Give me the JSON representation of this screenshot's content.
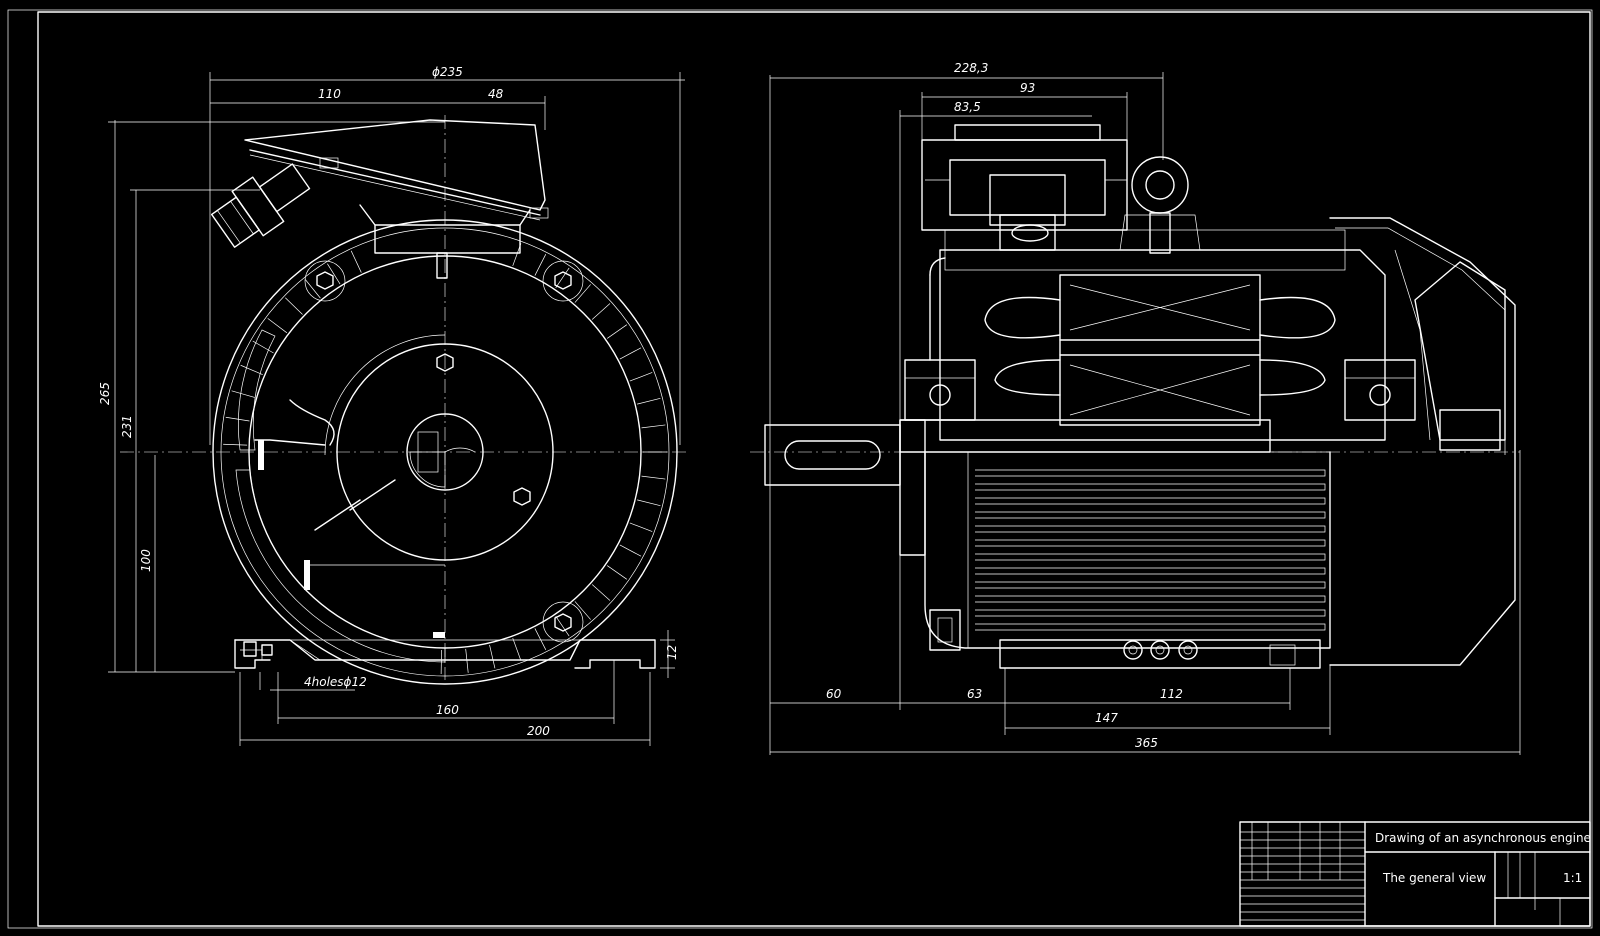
{
  "title_block": {
    "title": "Drawing of an asynchronous engine",
    "subtitle": "The general view",
    "scale": "1:1"
  },
  "front_view": {
    "dim_diameter": "ϕ235",
    "dim_110": "110",
    "dim_48": "48",
    "dim_265": "265",
    "dim_231": "231",
    "dim_100": "100",
    "dim_12": "12",
    "holes_label": "4holesϕ12",
    "dim_160": "160",
    "dim_200": "200"
  },
  "side_view": {
    "dim_2283": "228,3",
    "dim_93": "93",
    "dim_835": "83,5",
    "dim_60": "60",
    "dim_63": "63",
    "dim_112": "112",
    "dim_147": "147",
    "dim_365": "365"
  },
  "colors": {
    "background": "#000000",
    "lines": "#ffffff"
  }
}
